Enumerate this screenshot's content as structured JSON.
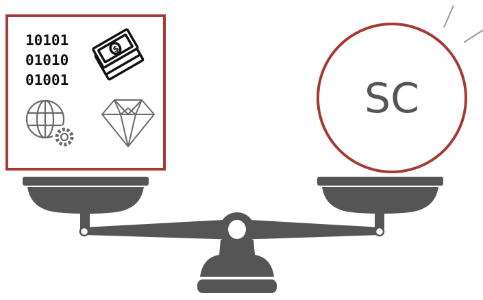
{
  "colors": {
    "frame_red": "#a63a32",
    "scale_gray": "#555555",
    "icon_dark": "#111111",
    "icon_gray": "#6a6a6a",
    "ray_gray": "#9a9a9a"
  },
  "left_pan": {
    "icons": [
      "binary-code-icon",
      "banknotes-icon",
      "globe-gear-icon",
      "diamond-icon"
    ],
    "binary_lines": [
      "10101",
      "01010",
      "01001"
    ]
  },
  "right_pan": {
    "circle_label": "SC"
  },
  "scale": {
    "icon": "balance-scale-icon"
  }
}
